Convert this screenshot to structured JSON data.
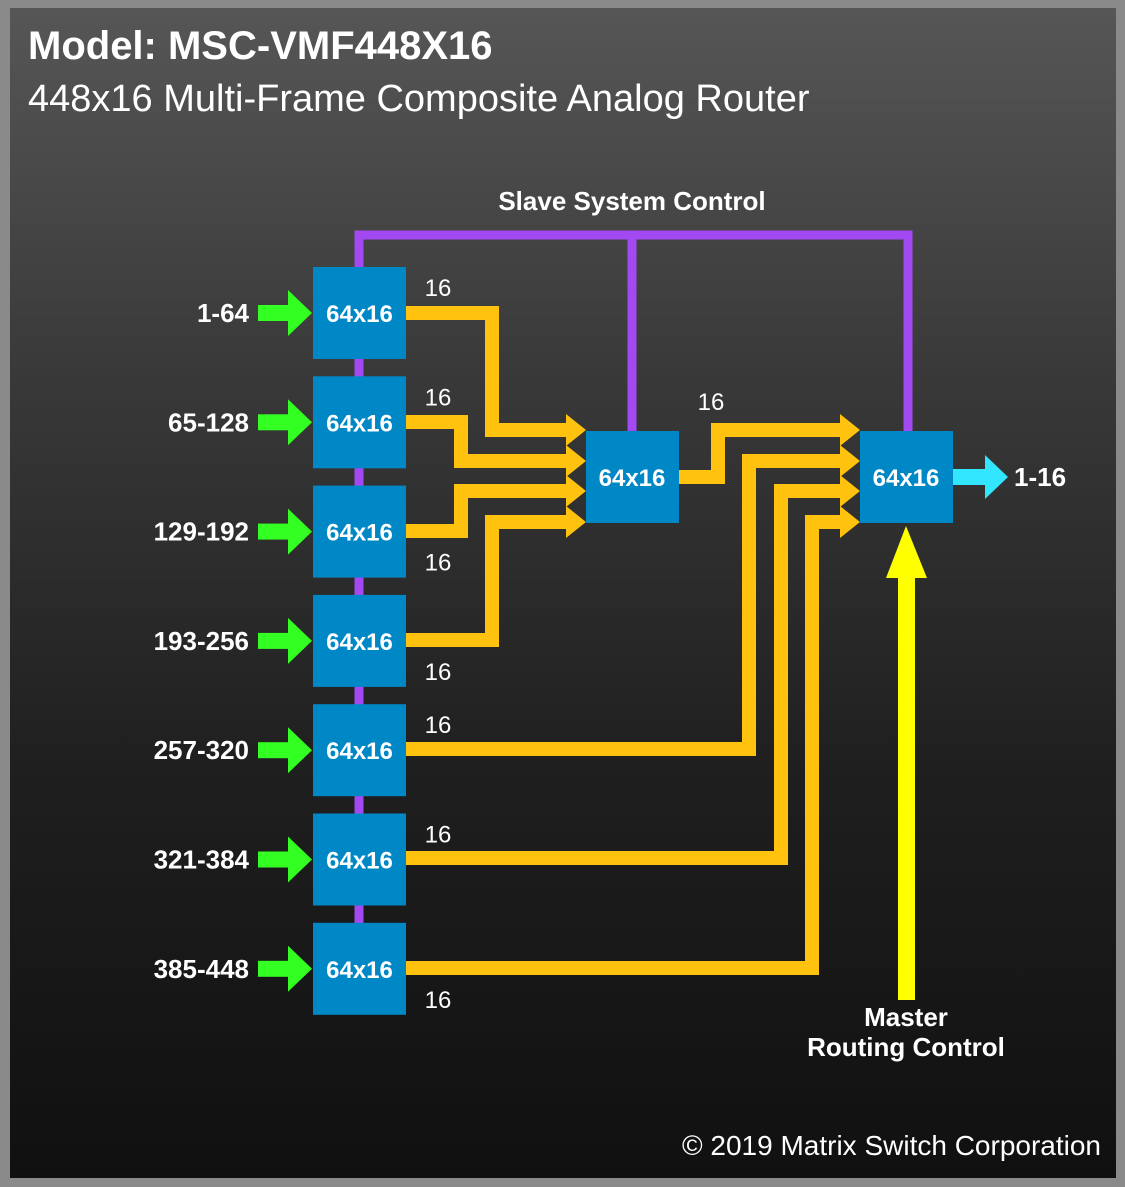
{
  "header": {
    "title": "Model: MSC-VMF448X16",
    "subtitle": "448x16 Multi-Frame Composite Analog Router"
  },
  "labels": {
    "slave_control": "Slave System Control",
    "master_control_line1": "Master",
    "master_control_line2": "Routing Control",
    "output_range": "1-16",
    "copyright": "© 2019 Matrix Switch Corporation"
  },
  "input_frames": [
    {
      "range": "1-64",
      "label": "64x16",
      "channels": "16"
    },
    {
      "range": "65-128",
      "label": "64x16",
      "channels": "16"
    },
    {
      "range": "129-192",
      "label": "64x16",
      "channels": "16"
    },
    {
      "range": "193-256",
      "label": "64x16",
      "channels": "16"
    },
    {
      "range": "257-320",
      "label": "64x16",
      "channels": "16"
    },
    {
      "range": "321-384",
      "label": "64x16",
      "channels": "16"
    },
    {
      "range": "385-448",
      "label": "64x16",
      "channels": "16"
    }
  ],
  "intermediate_frame": {
    "label": "64x16",
    "channels": "16"
  },
  "output_frame": {
    "label": "64x16"
  },
  "colors": {
    "frame": "#0088c6",
    "control_line": "#a349f2",
    "signal_path": "#ffc20e",
    "input_arrow": "#33ff22",
    "output_arrow": "#33e6ff",
    "master_arrow": "#ffff00",
    "text": "#ffffff"
  }
}
